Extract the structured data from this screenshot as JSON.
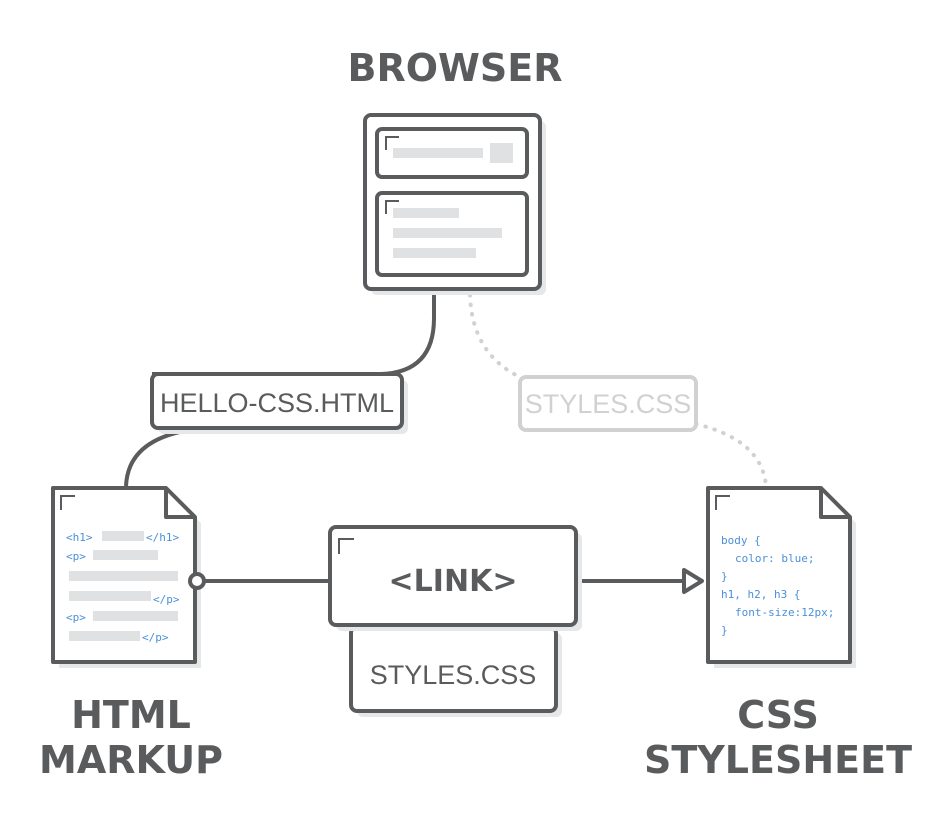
{
  "titles": {
    "browser": "BROWSER",
    "html_line1": "HTML",
    "html_line2": "MARKUP",
    "css_line1": "CSS",
    "css_line2": "STYLESHEET"
  },
  "labels": {
    "hello_file": "HELLO-CSS.HTML",
    "styles_file_faded": "STYLES.CSS",
    "link_tag": "<LINK>",
    "link_href": "STYLES.CSS"
  },
  "html_markup": {
    "h1_open": "<h1>",
    "h1_close": "</h1>",
    "p1_open": "<p>",
    "p1_close": "</p>",
    "p2_open": "<p>",
    "p2_close": "</p>"
  },
  "css_code": {
    "line1": "body {",
    "line2": "color: blue;",
    "line3": "}",
    "line4": "h1, h2, h3 {",
    "line5": "font-size:12px;",
    "line6": "}"
  },
  "colors": {
    "stroke": "#5a5b5d",
    "faded": "#d0d1d2",
    "placeholder": "#e0e1e2",
    "code": "#4a90d9",
    "shadow": "#e6e7e8"
  }
}
